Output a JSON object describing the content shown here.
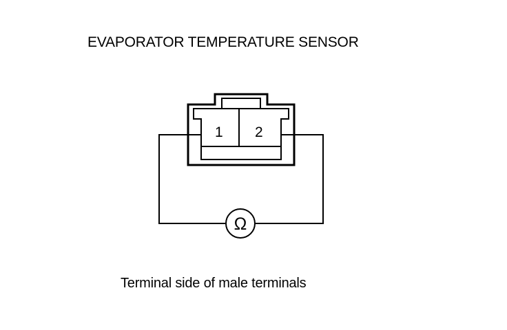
{
  "title": "EVAPORATOR TEMPERATURE SENSOR",
  "connector": {
    "terminals": [
      "1",
      "2"
    ]
  },
  "meter": {
    "symbol": "Ω",
    "icon": "ohmmeter-icon"
  },
  "caption": "Terminal side of male terminals",
  "colors": {
    "line": "#000000",
    "background": "#ffffff"
  }
}
